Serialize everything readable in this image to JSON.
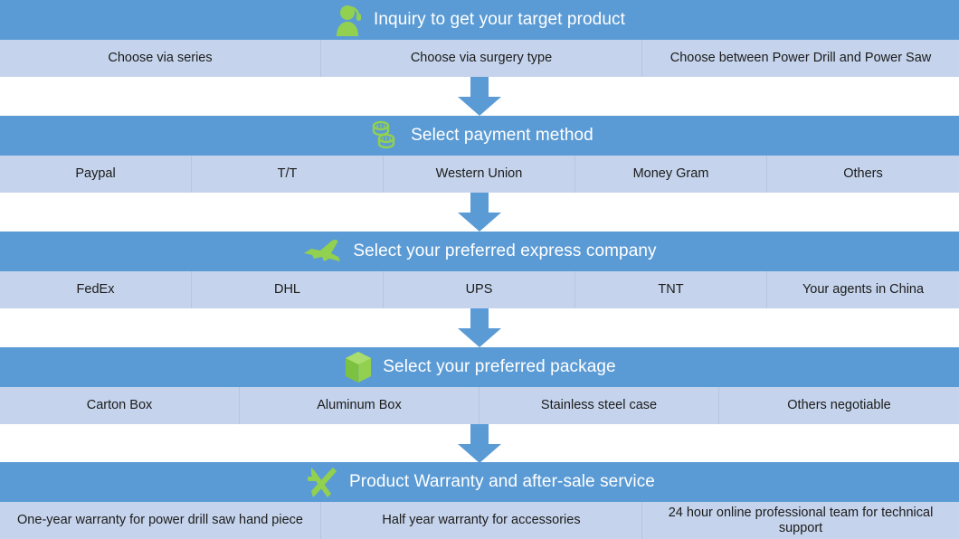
{
  "meta": {
    "title": "Inquiry to get your target product",
    "colors": {
      "band_blue": "#5B9BD5",
      "option_blue": "#C5D4EC",
      "icon_green": "#92D050",
      "arrow_blue": "#5B9BD5",
      "text_dark": "#1B1B1B",
      "band_text": "#FFFFFF",
      "divider": "#B4C6E2",
      "page_background": "#FFFFFF"
    }
  },
  "sections": [
    {
      "id": "inquiry",
      "icon": "customer-service-person-icon",
      "title": "Inquiry to get your target product",
      "options": [
        {
          "label": "Choose via series"
        },
        {
          "label": "Choose via surgery type"
        },
        {
          "label": "Choose  between Power Drill and Power Saw"
        }
      ]
    },
    {
      "id": "payment",
      "icon": "coins-stack-icon",
      "title": "Select payment method",
      "options": [
        {
          "label": "Paypal"
        },
        {
          "label": "T/T"
        },
        {
          "label": "Western Union"
        },
        {
          "label": "Money Gram"
        },
        {
          "label": "Others"
        }
      ]
    },
    {
      "id": "express",
      "icon": "airplane-icon",
      "title": "Select your preferred express company",
      "options": [
        {
          "label": "FedEx"
        },
        {
          "label": "DHL"
        },
        {
          "label": "UPS"
        },
        {
          "label": "TNT"
        },
        {
          "label": "Your agents in China"
        }
      ]
    },
    {
      "id": "package",
      "icon": "package-box-icon",
      "title": "Select your preferred package",
      "options": [
        {
          "label": "Carton Box"
        },
        {
          "label": "Aluminum Box"
        },
        {
          "label": "Stainless steel case"
        },
        {
          "label": "Others negotiable"
        }
      ]
    },
    {
      "id": "warranty",
      "icon": "crossed-tools-icon",
      "title": "Product Warranty and after-sale service",
      "options": [
        {
          "label": "One-year warranty for power drill saw hand piece"
        },
        {
          "label": "Half year warranty for accessories"
        },
        {
          "label": "24 hour online professional team for technical support"
        }
      ]
    }
  ],
  "connectors": [
    {
      "id": "connector-1",
      "direction": "down"
    },
    {
      "id": "connector-2",
      "direction": "down"
    },
    {
      "id": "connector-3",
      "direction": "down"
    },
    {
      "id": "connector-4",
      "direction": "down"
    }
  ]
}
